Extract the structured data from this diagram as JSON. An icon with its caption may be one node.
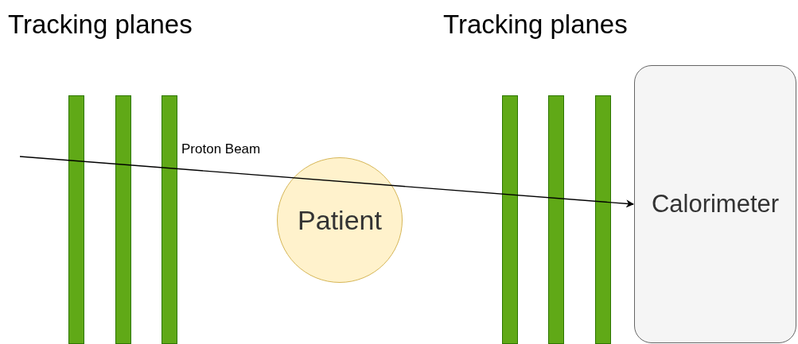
{
  "diagram": {
    "nodes": [
      {
        "text": [],
        "shape": "bar"
      },
      {
        "text": [],
        "shape": "bar"
      },
      {
        "text": [],
        "shape": "bar"
      },
      {
        "text": [
          "Patient"
        ]
      },
      {
        "text": [],
        "shape": "bar"
      },
      {
        "text": [],
        "shape": "bar"
      },
      {
        "text": [],
        "shape": "bar"
      },
      {
        "text": [
          "Calorimeter"
        ]
      }
    ],
    "edges": [
      {
        "from": null,
        "to": 7,
        "arrow": "to",
        "label": "Proton Beam"
      }
    ],
    "labels": [
      "Tracking planes",
      "Tracking planes"
    ]
  }
}
